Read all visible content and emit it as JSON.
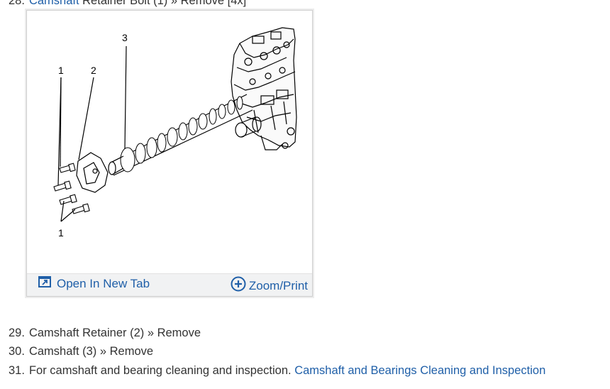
{
  "steps": {
    "step28": {
      "number": "28.",
      "link": "Camshaft",
      "text": "Retainer Bolt (1) » Remove [4x]"
    },
    "step29": {
      "number": "29.",
      "text": "Camshaft Retainer (2) » Remove"
    },
    "step30": {
      "number": "30.",
      "text": "Camshaft (3) » Remove"
    },
    "step31": {
      "number": "31.",
      "text": "For camshaft and bearing cleaning and inspection.",
      "link": "Camshaft and Bearings Cleaning and Inspection"
    }
  },
  "figure": {
    "callouts": {
      "c1_top": "1",
      "c2": "2",
      "c3": "3",
      "c1_bottom": "1"
    },
    "open_tab_label": "Open In New Tab",
    "open_tab_icon": "open-new-tab-icon",
    "zoom_label": "Zoom/Print",
    "zoom_icon": "zoom-plus-icon"
  },
  "colors": {
    "link": "#1f5fa8",
    "text": "#333333",
    "toolbar_bg": "#f1f2f3"
  }
}
